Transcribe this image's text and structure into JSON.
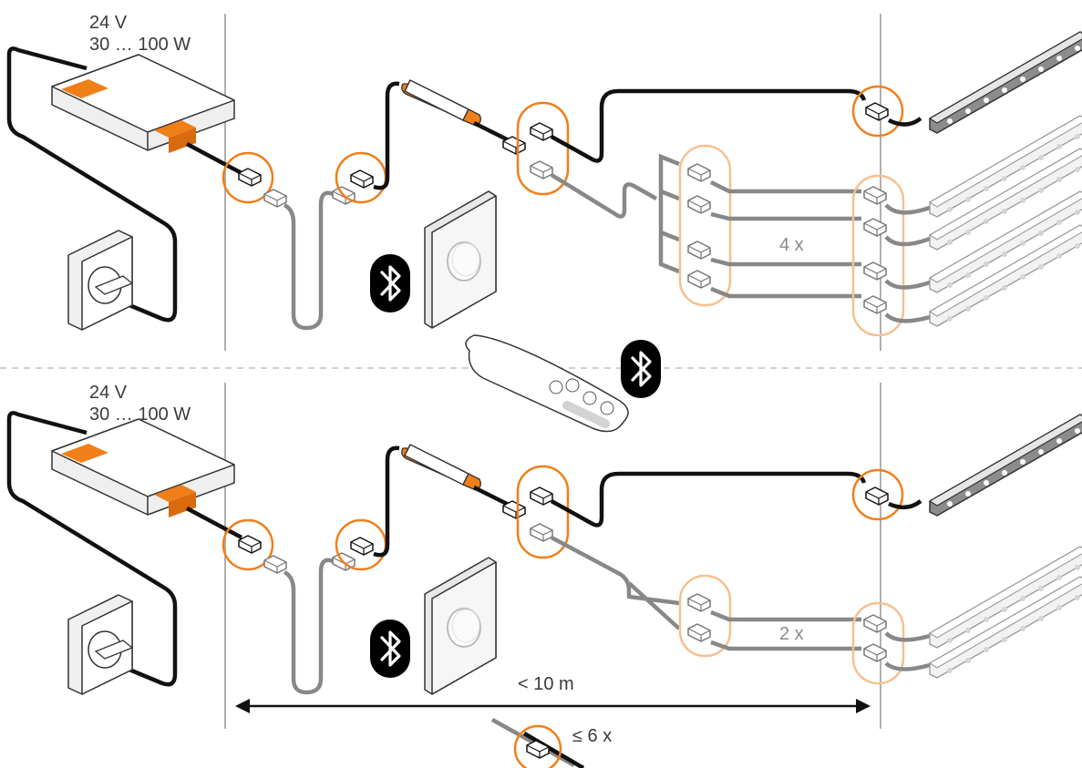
{
  "top_section": {
    "voltage": "24 V",
    "power_range": "30 … 100 W",
    "parallel_count": "4 x"
  },
  "bottom_section": {
    "voltage": "24 V",
    "power_range": "30 … 100 W",
    "parallel_count": "2 x"
  },
  "dimension": {
    "max_length": "< 10 m"
  },
  "connector_limit": "≤ 6 x",
  "colors": {
    "accent": "#f07f1a",
    "accent_light": "#f6c08f",
    "cable_dark": "#111111",
    "cable_grey": "#8a8a8a",
    "divider": "#b0b0b0"
  },
  "icons": [
    "bluetooth-icon",
    "remote-control-icon",
    "dimmer-icon",
    "power-socket-icon",
    "led-strip-icon",
    "driver-icon",
    "controller-icon",
    "connector-icon"
  ]
}
